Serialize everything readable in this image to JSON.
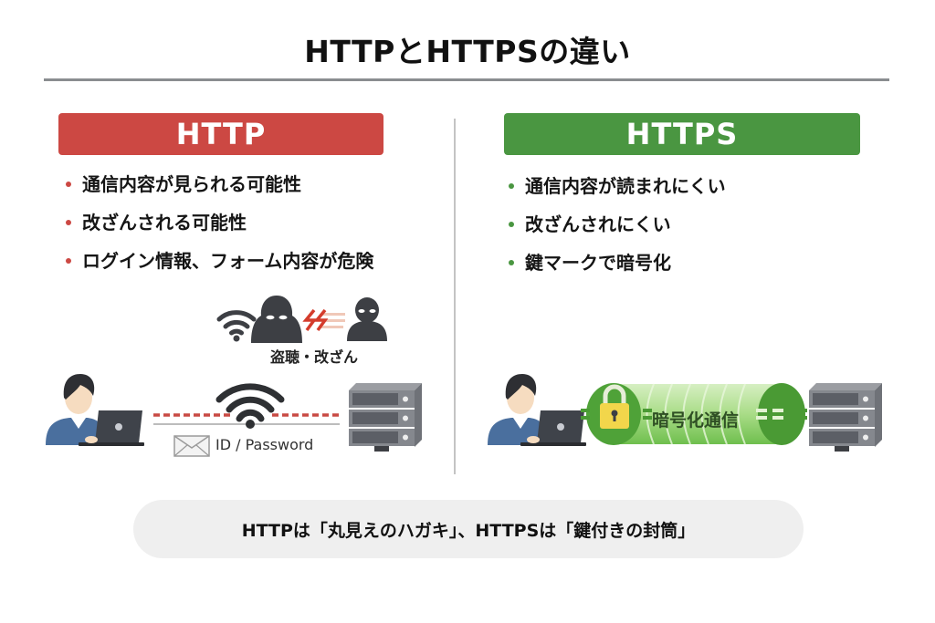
{
  "title": "HTTPとHTTPSの違い",
  "colors": {
    "http_accent": "#cc4843",
    "https_accent": "#4a9641",
    "icon_dark": "#3d3f44",
    "summary_bg": "#efefef",
    "lock_yellow": "#f2d64b"
  },
  "http": {
    "heading": "HTTP",
    "points": [
      "通信内容が見られる可能性",
      "改ざんされる可能性",
      "ログイン情報、フォーム内容が危険"
    ],
    "attack_label": "盗聴・改ざん",
    "payload_label": "ID / Password",
    "icons": [
      "wifi-icon",
      "hacker-icon",
      "lightning-icon",
      "attacker-icon",
      "user-laptop-icon",
      "envelope-icon",
      "server-icon"
    ]
  },
  "https": {
    "heading": "HTTPS",
    "points": [
      "通信内容が読まれにくい",
      "改ざんされにくい",
      "鍵マークで暗号化"
    ],
    "tunnel_label": "暗号化通信",
    "icons": [
      "user-laptop-icon",
      "lock-icon",
      "encrypted-tunnel",
      "server-icon"
    ]
  },
  "summary": "HTTPは「丸見えのハガキ」、HTTPSは「鍵付きの封筒」"
}
